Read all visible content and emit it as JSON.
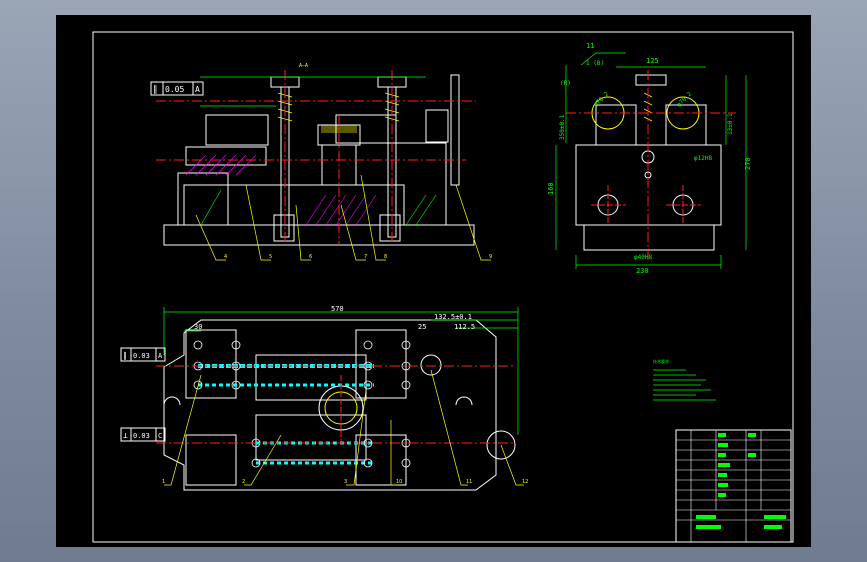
{
  "drawing": {
    "front_view": {
      "tolerance_frame": {
        "symbol": "∥",
        "value": "0.05",
        "datum": "A"
      },
      "top_note": "A—A",
      "callouts": [
        "4",
        "5",
        "6",
        "7",
        "8",
        "9"
      ]
    },
    "side_view": {
      "dims": {
        "top_left": "11",
        "top_left_2": "1 (B)",
        "width": "125",
        "left_note": "(R)",
        "height_vertical": "160",
        "right_vertical": "270",
        "bottom_width": "230",
        "hole_dim": "φ40H8",
        "circle_left": "φ70.2",
        "circle_right": "φ70.2",
        "hole_small": "φ12H8",
        "left_height_text": "350±0.1",
        "right_height_text": "13±0.1"
      }
    },
    "plan_view": {
      "overall": "570",
      "dim_top_right_1": "132.5±0.1",
      "dim_top_right_2": "25",
      "dim_top_right_3": "112.5",
      "dim_left": "30",
      "tol_upper": {
        "symbol": "∥",
        "value": "0.03",
        "datum": "A"
      },
      "tol_lower": {
        "symbol": "⊥",
        "value": "0.03",
        "datum": "C"
      },
      "callouts": [
        "1",
        "2",
        "3",
        "10",
        "11",
        "12"
      ]
    },
    "notes_title": "技术要求"
  },
  "colors": {
    "bg": "#000000",
    "white": "#ffffff",
    "red": "#ff2020",
    "green": "#00ff00",
    "yellow": "#ffff00",
    "cyan": "#00ffff",
    "magenta": "#ff00ff"
  }
}
